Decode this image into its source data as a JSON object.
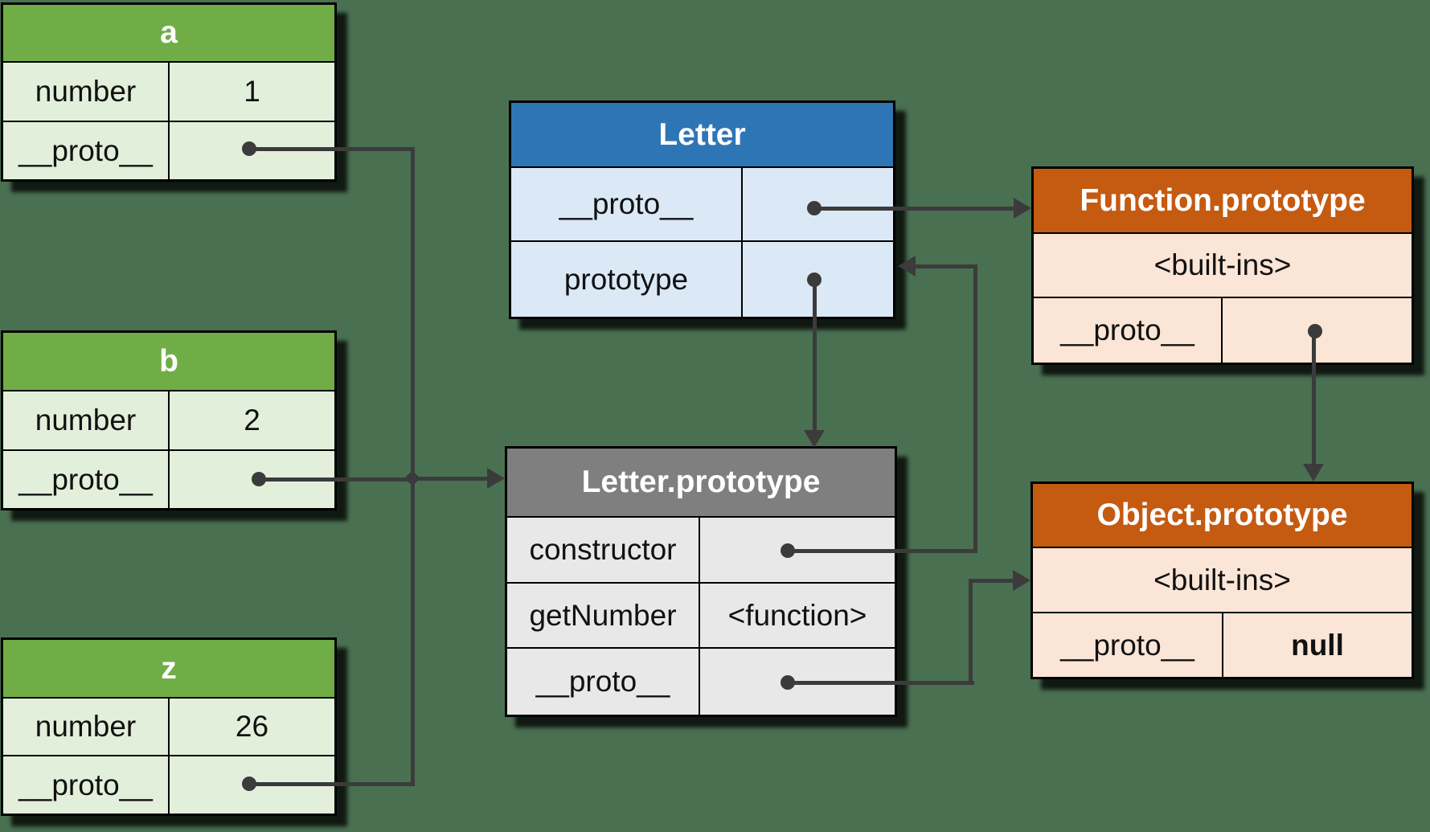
{
  "palette": {
    "background": "#4a7052",
    "instance_header": "#70ad47",
    "instance_body": "#e2efda",
    "function_header": "#2e75b6",
    "function_body": "#dbe8f6",
    "prototype_header": "#7f7f7f",
    "prototype_body": "#e8e8e8",
    "builtin_header": "#c55a11",
    "builtin_body": "#fbe5d6",
    "arrow": "#3b3b3b"
  },
  "tables": {
    "a": {
      "title": "a",
      "rows": [
        {
          "label": "number",
          "value": "1"
        },
        {
          "label": "__proto__",
          "value": ""
        }
      ]
    },
    "b": {
      "title": "b",
      "rows": [
        {
          "label": "number",
          "value": "2"
        },
        {
          "label": "__proto__",
          "value": ""
        }
      ]
    },
    "z": {
      "title": "z",
      "rows": [
        {
          "label": "number",
          "value": "26"
        },
        {
          "label": "__proto__",
          "value": ""
        }
      ]
    },
    "letter": {
      "title": "Letter",
      "rows": [
        {
          "label": "__proto__",
          "value": ""
        },
        {
          "label": "prototype",
          "value": ""
        }
      ]
    },
    "letter_prototype": {
      "title": "Letter.prototype",
      "rows": [
        {
          "label": "constructor",
          "value": ""
        },
        {
          "label": "getNumber",
          "value": "<function>"
        },
        {
          "label": "__proto__",
          "value": ""
        }
      ]
    },
    "function_prototype": {
      "title": "Function.prototype",
      "rows": [
        {
          "span": "<built-ins>"
        },
        {
          "label": "__proto__",
          "value": ""
        }
      ]
    },
    "object_prototype": {
      "title": "Object.prototype",
      "rows": [
        {
          "span": "<built-ins>"
        },
        {
          "label": "__proto__",
          "value": "null"
        }
      ]
    }
  },
  "arrows": [
    "a.__proto__ -> Letter.prototype",
    "b.__proto__ -> Letter.prototype",
    "z.__proto__ -> Letter.prototype",
    "Letter.__proto__ -> Function.prototype",
    "Letter.prototype -> Letter.prototype (table)",
    "Letter.prototype.constructor -> Letter",
    "Letter.prototype.__proto__ -> Object.prototype",
    "Function.prototype.__proto__ -> Object.prototype"
  ]
}
